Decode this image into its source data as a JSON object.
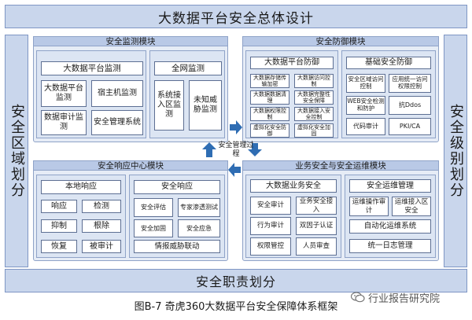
{
  "title": "大数据平台安全总体设计",
  "left_side": "安全区域划分",
  "right_side": "安全级别划分",
  "bottom_banner": "安全职责划分",
  "center_label": "安全管理过程",
  "caption": "图B-7 奇虎360大数据平台安全保障体系框架",
  "watermark": "行业报告研究院",
  "monitoring": {
    "title": "安全监测模块",
    "items": [
      "大数据平台监测",
      "全网监测",
      "大数据平台监测",
      "宿主机监测",
      "数据审计监测",
      "安全管理系统",
      "系统接入区监测",
      "未知威胁监测"
    ]
  },
  "defense": {
    "title": "安全防御模块",
    "platform_header": "大数据平台防御",
    "platform_items": [
      "大数据存储传输加密",
      "大数据访问控制",
      "大数据数据清理",
      "大数据完整性安全保障",
      "大数据权限控制",
      "大数据接入安全控制",
      "虚拟化安全防御",
      "虚拟化安全加固"
    ],
    "basic_header": "基础安全防御",
    "basic_items": [
      "安全区域访问控制",
      "应用统一访问权限控制",
      "WEB安全检测和防护",
      "抗Ddos",
      "代码审计",
      "PKI/CA"
    ]
  },
  "response": {
    "title": "安全响应中心模块",
    "local_header": "本地响应",
    "local_items": [
      "响应",
      "检测",
      "抑制",
      "根除",
      "恢复",
      "被审计"
    ],
    "security_header": "安全响应",
    "security_items": [
      "安全评估",
      "专家渗透测试",
      "安全加固",
      "安全应急",
      "情报威胁联动"
    ]
  },
  "operations": {
    "title": "业务安全与安全运维模块",
    "business_header": "大数据业务安全",
    "business_items": [
      "安全审计",
      "业务安全接入",
      "行为审计",
      "双因子认证",
      "权限管控",
      "人员审查"
    ],
    "ops_header": "安全运维管理",
    "ops_items": [
      "运维操作审计",
      "运维接入区安全",
      "自动化运维系统",
      "统一日志管理"
    ]
  }
}
